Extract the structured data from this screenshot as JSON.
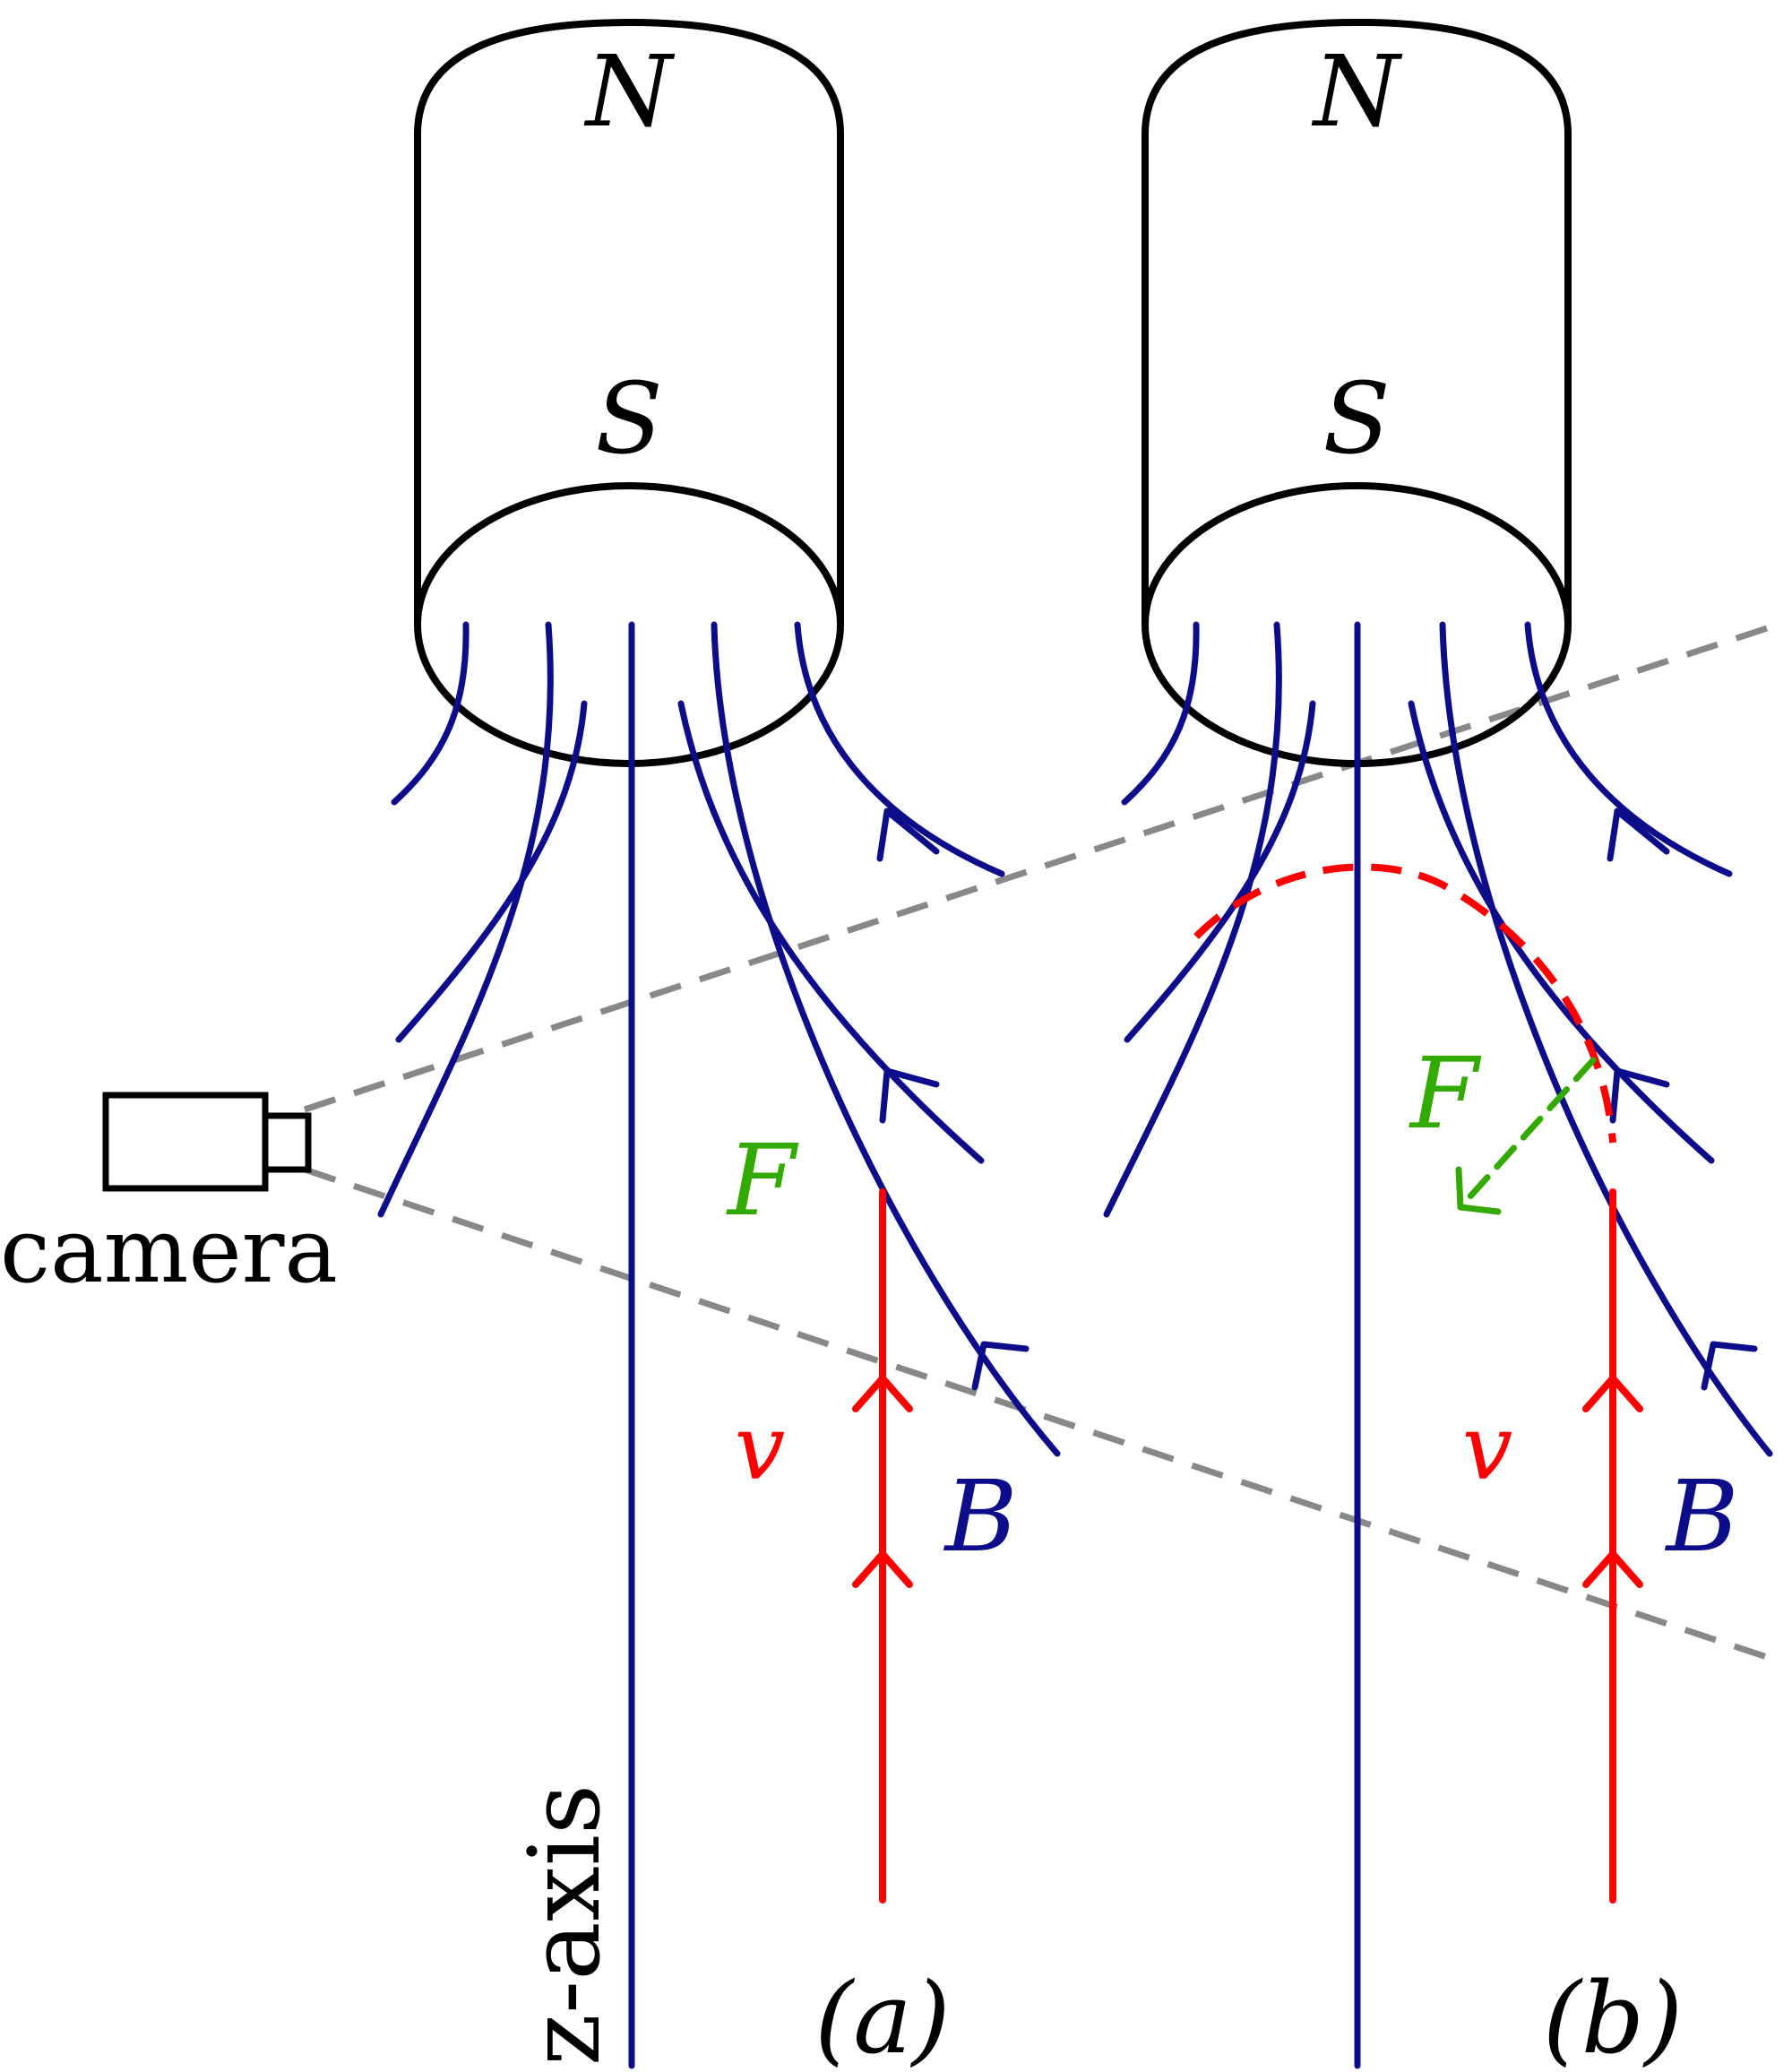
{
  "panels": [
    {
      "north_label": "N",
      "south_label": "S",
      "velocity_label": "v",
      "force_label": "F",
      "field_label": "B",
      "panel_label": "(a)"
    },
    {
      "north_label": "N",
      "south_label": "S",
      "velocity_label": "v",
      "force_label": "F",
      "field_label": "B",
      "panel_label": "(b)"
    }
  ],
  "camera_label": "camera",
  "axis_label": "z-axis",
  "colors": {
    "field_lines": "#0d0d8c",
    "velocity": "#ff0000",
    "force": "#33aa00",
    "view_cone": "#888888",
    "outline": "#000000"
  }
}
